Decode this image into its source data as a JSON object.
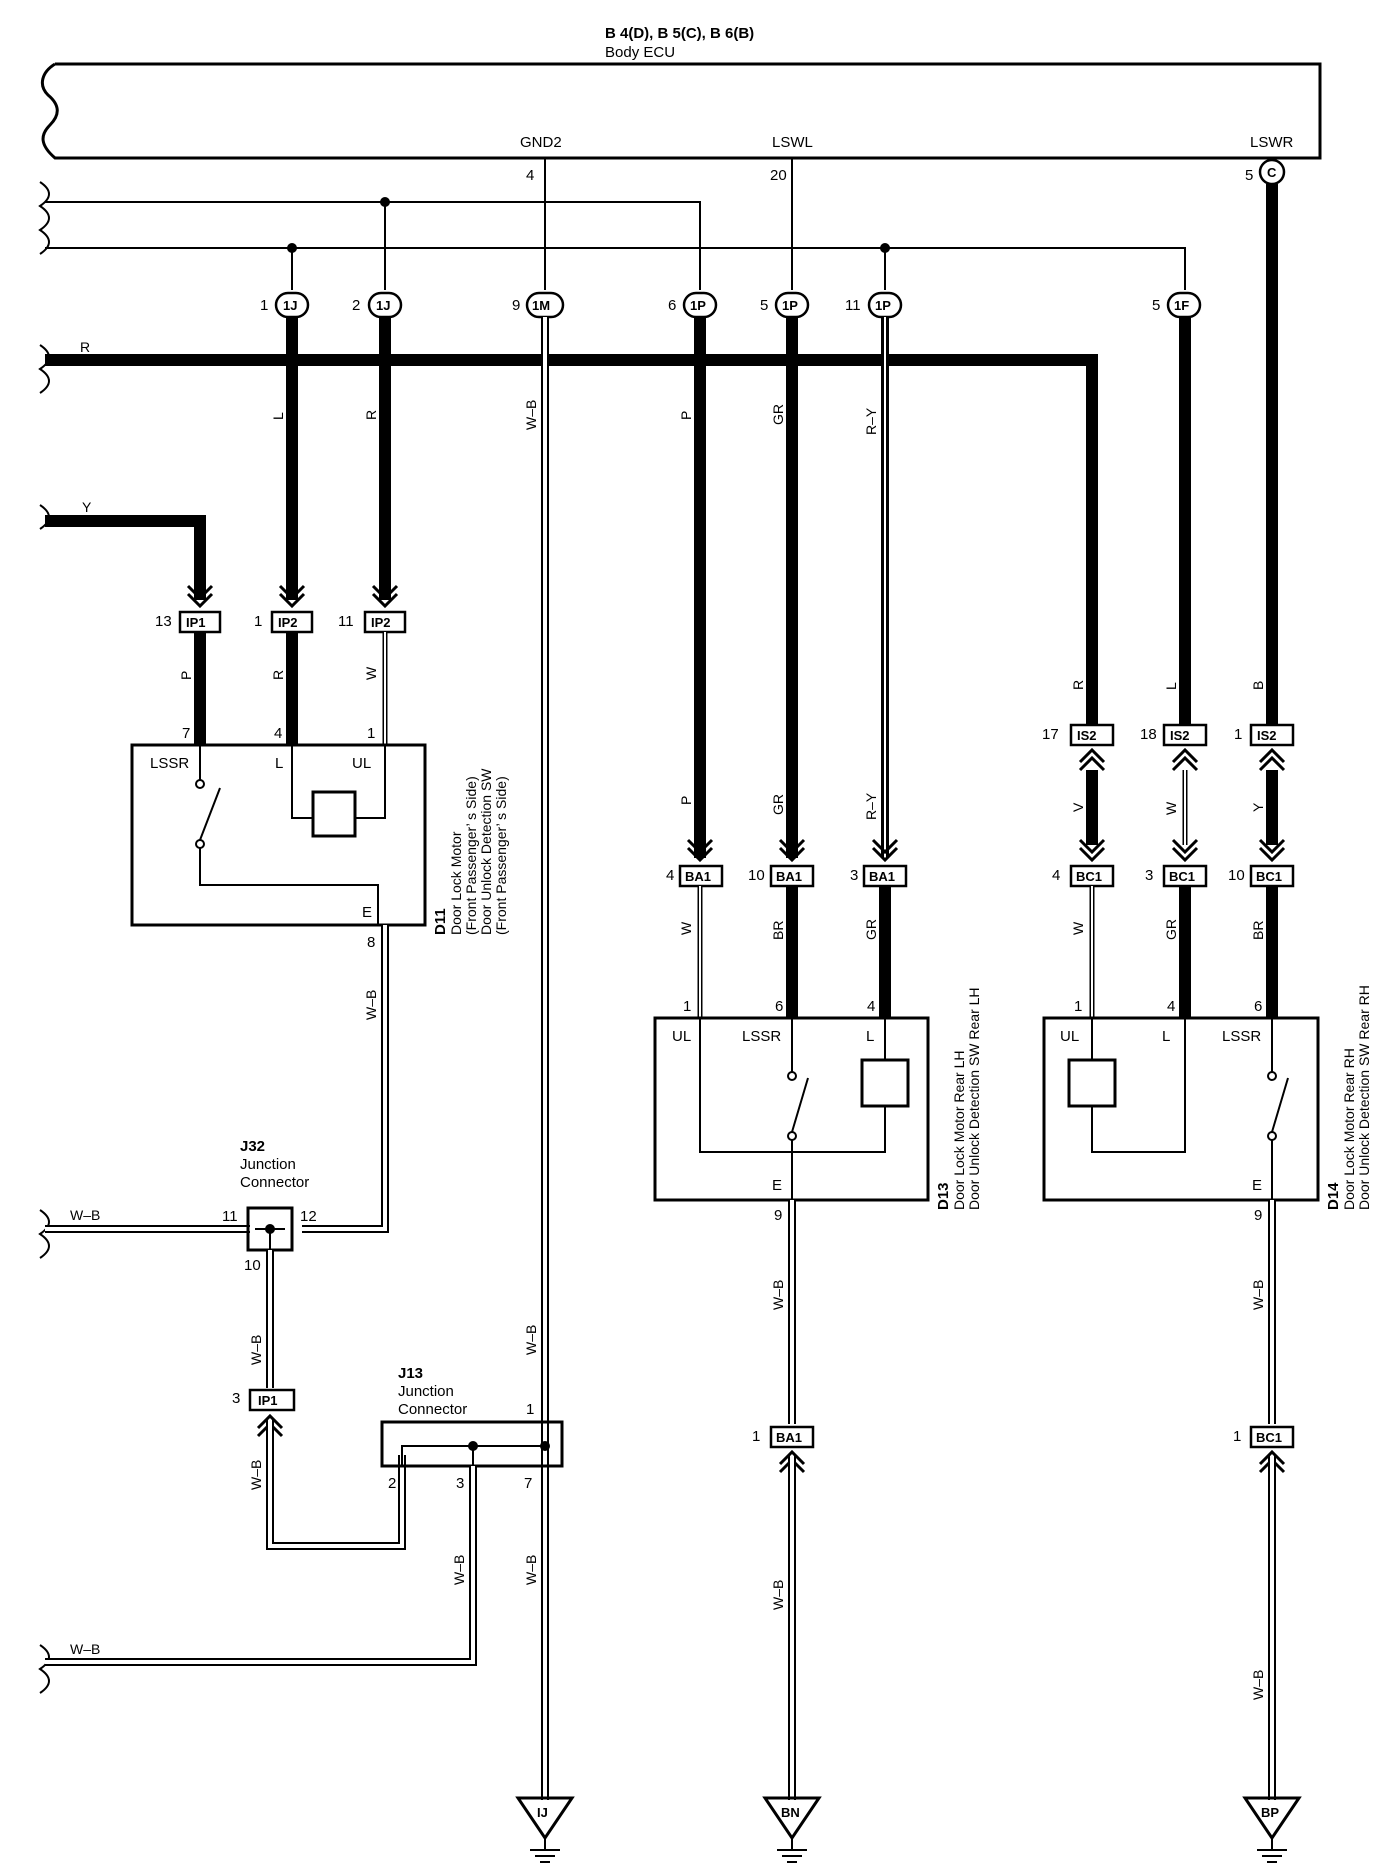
{
  "ecu": {
    "header": "B 4(D), B 5(C), B 6(B)",
    "name": "Body ECU",
    "terms": {
      "gnd2": "GND2",
      "gnd2_pin": "4",
      "lswl": "LSWL",
      "lswl_pin": "20",
      "lswr": "LSWR",
      "lswr_pin": "5",
      "lswr_conn": "C"
    }
  },
  "connectors_top": [
    {
      "pin": "1",
      "name": "1J"
    },
    {
      "pin": "2",
      "name": "1J"
    },
    {
      "pin": "9",
      "name": "1M"
    },
    {
      "pin": "6",
      "name": "1P"
    },
    {
      "pin": "5",
      "name": "1P"
    },
    {
      "pin": "11",
      "name": "1P"
    },
    {
      "pin": "5",
      "name": "1F"
    }
  ],
  "wire_colors": {
    "r_bus": "R",
    "y_in": "Y",
    "l": "L",
    "r": "R",
    "wb": "W–B",
    "p": "P",
    "gr": "GR",
    "ry": "R–Y",
    "r2": "R",
    "l2": "L",
    "b": "B",
    "p_d11": "P",
    "r_d11": "R",
    "w_d11": "W",
    "p_lo": "P",
    "gr_lo": "GR",
    "ry_lo": "R–Y",
    "v": "V",
    "w_lo": "W",
    "y_lo": "Y",
    "w_d13": "W",
    "br_d13": "BR",
    "gr_d13": "GR",
    "w_d14": "W",
    "gr_d14": "GR",
    "br_d14": "BR",
    "wb_d11": "W–B",
    "wb_j32_left": "W–B",
    "wb_j32_down": "W–B",
    "wb_ip1_down": "W–B",
    "wb_j13_3": "W–B",
    "wb_gnd_up": "W–B",
    "wb_gnd_lo": "W–B",
    "wb_left_bottom": "W–B",
    "wb_d13_lo": "W–B",
    "wb_ba1_lo": "W–B",
    "wb_d14_lo": "W–B",
    "wb_bc1_lo": "W–B"
  },
  "ip_connectors": [
    {
      "pin": "13",
      "name": "IP1"
    },
    {
      "pin": "1",
      "name": "IP2"
    },
    {
      "pin": "11",
      "name": "IP2"
    }
  ],
  "is2_connectors": [
    {
      "pin": "17",
      "name": "IS2"
    },
    {
      "pin": "18",
      "name": "IS2"
    },
    {
      "pin": "1",
      "name": "IS2"
    }
  ],
  "ba1_connectors": [
    {
      "pin": "4",
      "name": "BA1"
    },
    {
      "pin": "10",
      "name": "BA1"
    },
    {
      "pin": "3",
      "name": "BA1"
    }
  ],
  "bc1_connectors": [
    {
      "pin": "4",
      "name": "BC1"
    },
    {
      "pin": "3",
      "name": "BC1"
    },
    {
      "pin": "10",
      "name": "BC1"
    }
  ],
  "d11": {
    "code": "D11",
    "line1": "Door Lock Motor",
    "line2": "(Front Passenger’ s Side)",
    "line3": "Door Unlock Detection SW",
    "line4": "(Front Passenger’ s Side)",
    "t_lssr": "LSSR",
    "t_l": "L",
    "t_ul": "UL",
    "t_e": "E",
    "p7": "7",
    "p4": "4",
    "p1": "1",
    "p8": "8"
  },
  "d13": {
    "code": "D13",
    "line1": "Door Lock Motor Rear LH",
    "line2": "Door Unlock Detection SW Rear LH",
    "t_ul": "UL",
    "t_lssr": "LSSR",
    "t_l": "L",
    "t_e": "E",
    "p1": "1",
    "p6": "6",
    "p4": "4",
    "p9": "9"
  },
  "d14": {
    "code": "D14",
    "line1": "Door Lock Motor Rear RH",
    "line2": "Door Unlock Detection SW Rear RH",
    "t_ul": "UL",
    "t_l": "L",
    "t_lssr": "LSSR",
    "t_e": "E",
    "p1": "1",
    "p4": "4",
    "p6": "6",
    "p9": "9"
  },
  "j32": {
    "code": "J32",
    "name1": "Junction",
    "name2": "Connector",
    "p11": "11",
    "p12": "12",
    "p10": "10"
  },
  "ip1_lower": {
    "pin": "3",
    "name": "IP1"
  },
  "j13": {
    "code": "J13",
    "name1": "Junction",
    "name2": "Connector",
    "p1": "1",
    "p2": "2",
    "p3": "3",
    "p7": "7"
  },
  "ba1_lower": {
    "pin": "1",
    "name": "BA1"
  },
  "bc1_lower": {
    "pin": "1",
    "name": "BC1"
  },
  "grounds": {
    "ij": "IJ",
    "bn": "BN",
    "bp": "BP"
  }
}
